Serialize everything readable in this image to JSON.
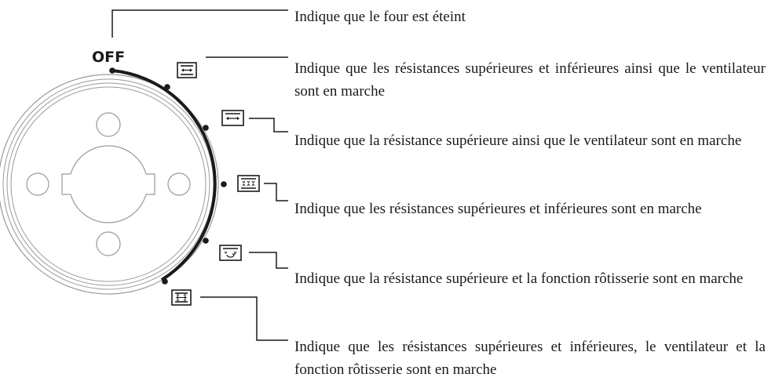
{
  "dial": {
    "off_label": "OFF"
  },
  "modes": [
    {
      "icon": "convection-top-bottom-fan-icon",
      "description": "Indique que les résistances supérieures et inférieures ainsi que le ventilateur sont en marche"
    },
    {
      "icon": "top-heater-fan-icon",
      "description": "Indique que la résistance supérieure ainsi que le ventilateur sont en marche"
    },
    {
      "icon": "top-bottom-heater-icon",
      "description": "Indique que les résistances supérieures et inférieures sont en marche"
    },
    {
      "icon": "top-heater-rotisserie-icon",
      "description": "Indique que la résistance supérieure et la fonction rôtisserie sont en marche"
    },
    {
      "icon": "top-bottom-fan-rotisserie-icon",
      "description": "Indique que les résistances supérieures et inférieures, le ventilateur et la fonction rôtisserie sont en marche"
    }
  ],
  "off_description": "Indique que le four est éteint",
  "colors": {
    "line": "#1a1a1a",
    "knob_outline": "#9a9a9a"
  }
}
